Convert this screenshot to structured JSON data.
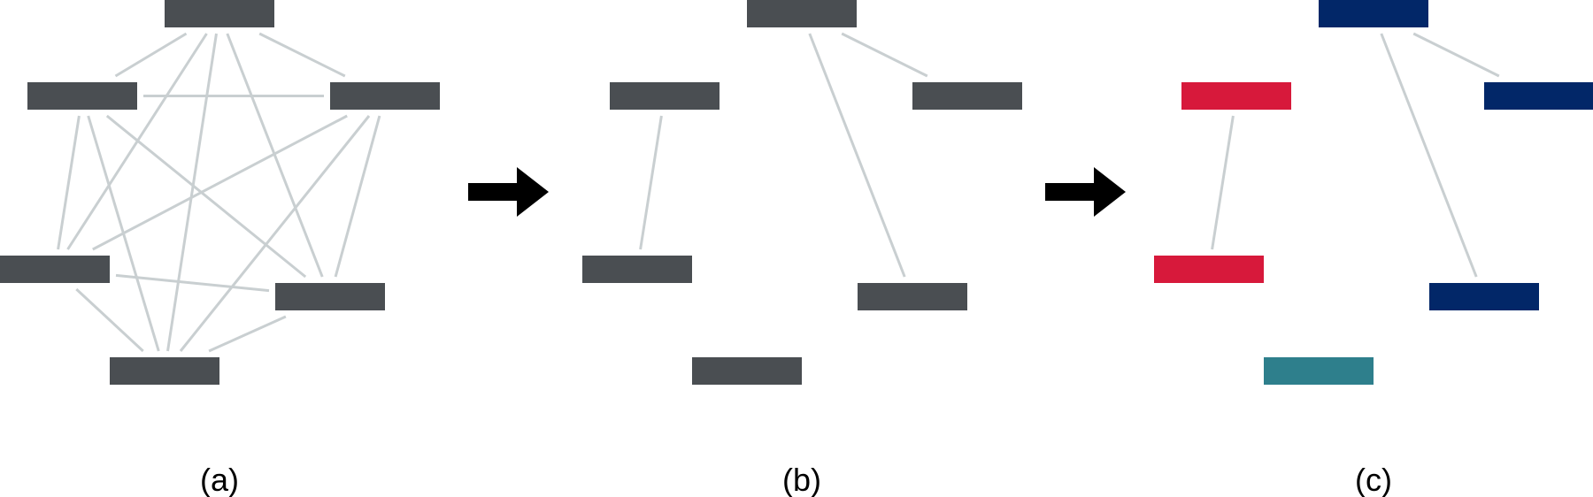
{
  "colors": {
    "node_gray": "#4a4e52",
    "edge_gray": "#c9cfd1",
    "arrow": "#000000",
    "cluster_red": "#d7193b",
    "cluster_navy": "#022768",
    "cluster_teal": "#2e7f8c"
  },
  "panels": {
    "a": {
      "label": "(a)",
      "nodes": [
        {
          "id": "a-top",
          "color": "node_gray"
        },
        {
          "id": "a-left",
          "color": "node_gray"
        },
        {
          "id": "a-right",
          "color": "node_gray"
        },
        {
          "id": "a-lower-left",
          "color": "node_gray"
        },
        {
          "id": "a-lower-right",
          "color": "node_gray"
        },
        {
          "id": "a-bottom",
          "color": "node_gray"
        }
      ],
      "edges": [
        [
          "a-top",
          "a-left"
        ],
        [
          "a-top",
          "a-right"
        ],
        [
          "a-top",
          "a-lower-left"
        ],
        [
          "a-top",
          "a-lower-right"
        ],
        [
          "a-top",
          "a-bottom"
        ],
        [
          "a-left",
          "a-right"
        ],
        [
          "a-left",
          "a-lower-left"
        ],
        [
          "a-left",
          "a-lower-right"
        ],
        [
          "a-left",
          "a-bottom"
        ],
        [
          "a-right",
          "a-lower-left"
        ],
        [
          "a-right",
          "a-lower-right"
        ],
        [
          "a-right",
          "a-bottom"
        ],
        [
          "a-lower-left",
          "a-lower-right"
        ],
        [
          "a-lower-left",
          "a-bottom"
        ],
        [
          "a-lower-right",
          "a-bottom"
        ]
      ]
    },
    "b": {
      "label": "(b)",
      "nodes": [
        {
          "id": "b-top",
          "color": "node_gray"
        },
        {
          "id": "b-left",
          "color": "node_gray"
        },
        {
          "id": "b-right",
          "color": "node_gray"
        },
        {
          "id": "b-lower-left",
          "color": "node_gray"
        },
        {
          "id": "b-lower-right",
          "color": "node_gray"
        },
        {
          "id": "b-bottom",
          "color": "node_gray"
        }
      ],
      "edges": [
        [
          "b-top",
          "b-right"
        ],
        [
          "b-top",
          "b-lower-right"
        ],
        [
          "b-left",
          "b-lower-left"
        ]
      ]
    },
    "c": {
      "label": "(c)",
      "nodes": [
        {
          "id": "c-top",
          "color": "cluster_navy"
        },
        {
          "id": "c-left",
          "color": "cluster_red"
        },
        {
          "id": "c-right",
          "color": "cluster_navy"
        },
        {
          "id": "c-lower-left",
          "color": "cluster_red"
        },
        {
          "id": "c-lower-right",
          "color": "cluster_navy"
        },
        {
          "id": "c-bottom",
          "color": "cluster_teal"
        }
      ],
      "edges": [
        [
          "c-top",
          "c-right"
        ],
        [
          "c-top",
          "c-lower-right"
        ],
        [
          "c-left",
          "c-lower-left"
        ]
      ]
    }
  },
  "arrows": [
    {
      "id": "arrow-a-to-b",
      "from": "a",
      "to": "b"
    },
    {
      "id": "arrow-b-to-c",
      "from": "b",
      "to": "c"
    }
  ]
}
